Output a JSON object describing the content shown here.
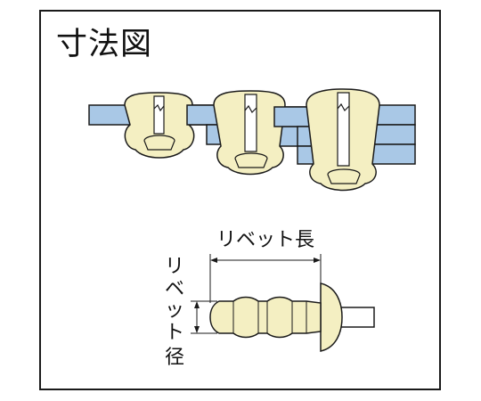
{
  "title": "寸法図",
  "labels": {
    "rivet_length": "リベット長",
    "rivet_diameter_chars": [
      "リ",
      "ベ",
      "ッ",
      "ト",
      "径"
    ]
  },
  "colors": {
    "plate": "#a9c8e6",
    "rivet": "#f4efc2",
    "outline": "#1a1a1a",
    "mandrel": "#ffffff"
  },
  "icons": {
    "joint_thin": "rivet-joint-icon",
    "joint_medium": "rivet-joint-icon",
    "joint_thick": "rivet-joint-icon",
    "rivet_side_view": "rivet-side-view-icon"
  }
}
